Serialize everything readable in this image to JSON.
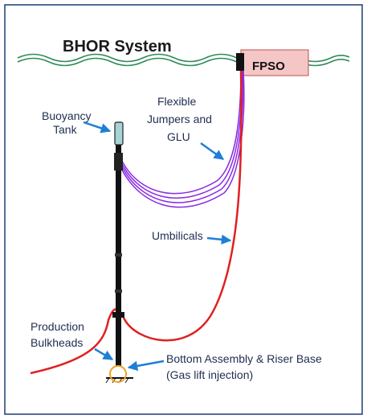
{
  "title": "BHOR System",
  "fpso_label": "FPSO",
  "labels": {
    "buoyancy_tank": [
      "Buoyancy",
      "Tank"
    ],
    "flexible_jumpers": [
      "Flexible",
      "Jumpers and",
      "GLU"
    ],
    "umbilicals": "Umbilicals",
    "production_bulkheads": [
      "Production",
      "Bulkheads"
    ],
    "bottom_assembly": [
      "Bottom Assembly & Riser Base",
      "(Gas lift injection)"
    ]
  },
  "colors": {
    "frame": "#1f3b73",
    "sea_surface": "#2e8b57",
    "fpso_fill": "#f4c6c6",
    "riser": "#111111",
    "jumpers": "#8a2be2",
    "umbilical": "#e02020",
    "callout_arrow": "#1e7fd6",
    "riser_base_marker": "#f0a020",
    "buoyancy_tank_fill": "#a7d4d6"
  }
}
